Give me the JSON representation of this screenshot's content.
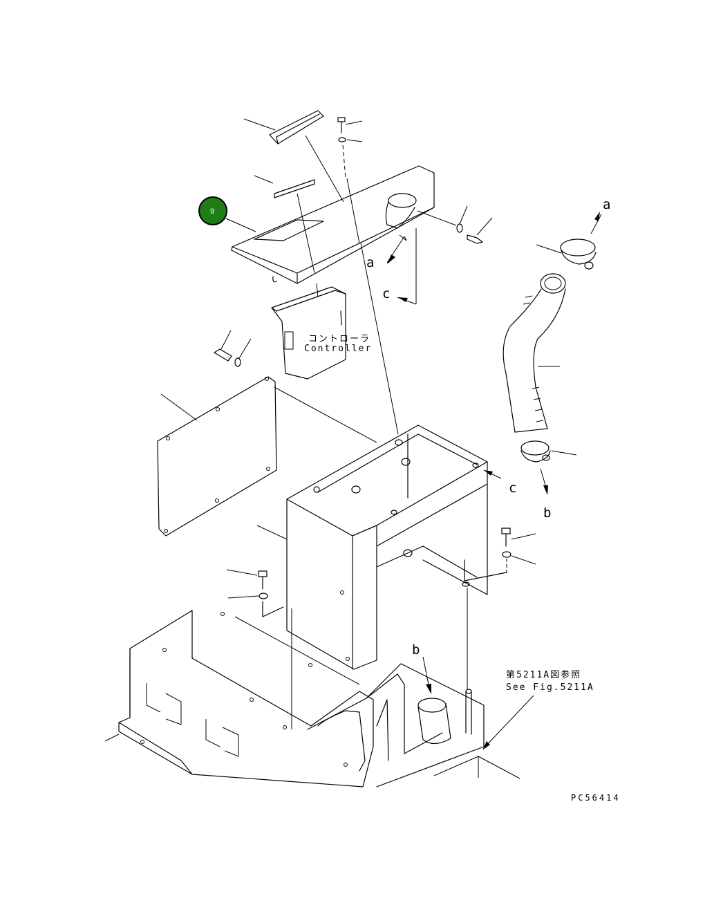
{
  "callout": {
    "number": "9",
    "color": "#1e7d16"
  },
  "labels": {
    "a_top": "a",
    "a_mid": "a",
    "b_right": "b",
    "b_bottom": "b",
    "c_mid": "c",
    "c_right": "c"
  },
  "controller": {
    "jp": "コントローラ",
    "en": "Controller"
  },
  "reference": {
    "jp": "第5211A図参照",
    "en": "See Fig.5211A"
  },
  "drawing_code": "PC56414"
}
